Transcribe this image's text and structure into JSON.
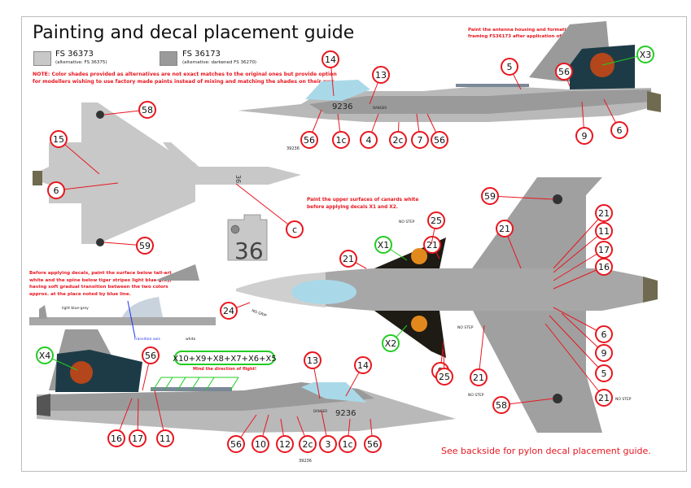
{
  "title": "Painting and decal placement guide",
  "colors": {
    "light_grey": "#c8c8c8",
    "dark_grey": "#9a9a9a",
    "canopy": "#a9d9e8",
    "callout_red": "#e8161f",
    "callout_green": "#22cc22",
    "exhaust": "#6f6a50"
  },
  "swatches": [
    {
      "name": "FS 36373",
      "alt": "(alternative: FS 36375)",
      "color": "#c8c8c8"
    },
    {
      "name": "FS 36173",
      "alt": "(alternative: darkened FS 36270)",
      "color": "#9a9a9a"
    }
  ],
  "notes": {
    "color_note": [
      "NOTE: Color shades provided as alternatives are not exact matches to the original ones but provide option",
      "for modellers wishing to use factory made paints instead of mixing and matching the shades on their own."
    ],
    "antenna_note": [
      "Paint the antenna housing and formation lights",
      "framing FS36173 after application of the tail-art."
    ],
    "tail_note": [
      "Before applying decals, paint the surface below tail-art",
      "white and the spine below tiger stripes light blue-grey,",
      "having soft gradual transition between the two colors",
      "approx. at the place noted by blue line."
    ],
    "canard_note": [
      "Paint the upper surfaces of canards white",
      "before applying decals X1 and X2."
    ],
    "direction_note": "Mind the direction of flight!",
    "footer": "See backside for pylon decal placement guide."
  },
  "labels": {
    "light_blue_grey": "light blue-grey",
    "transition_axis": "transition axis",
    "white": "white",
    "no_step": "NO STEP",
    "no_grip": "NO GRIP",
    "serial_small": "39236",
    "serial": "9236",
    "danger": "DANGER",
    "code": "36"
  },
  "callouts_top_side": [
    "14",
    "13",
    "56",
    "1c",
    "4",
    "2c",
    "7",
    "56",
    "5",
    "56",
    "9",
    "6"
  ],
  "callouts_bottom_view": [
    "58",
    "15",
    "6",
    "59",
    "c"
  ],
  "callouts_top_view": [
    "59",
    "21",
    "21",
    "11",
    "17",
    "16",
    "21",
    "25",
    "X1",
    "X2",
    "24",
    "21",
    "8",
    "25",
    "21",
    "6",
    "9",
    "5",
    "21",
    "58"
  ],
  "callouts_left_side": [
    "X4",
    "56",
    "X10+X9+X8+X7+X6+X5",
    "16",
    "17",
    "11",
    "56",
    "10",
    "12",
    "2c",
    "3",
    "1c",
    "56",
    "13",
    "14"
  ],
  "green_callouts": [
    "X3",
    "X1",
    "X2",
    "X4",
    "X10+X9+X8+X7+X6+X5"
  ]
}
